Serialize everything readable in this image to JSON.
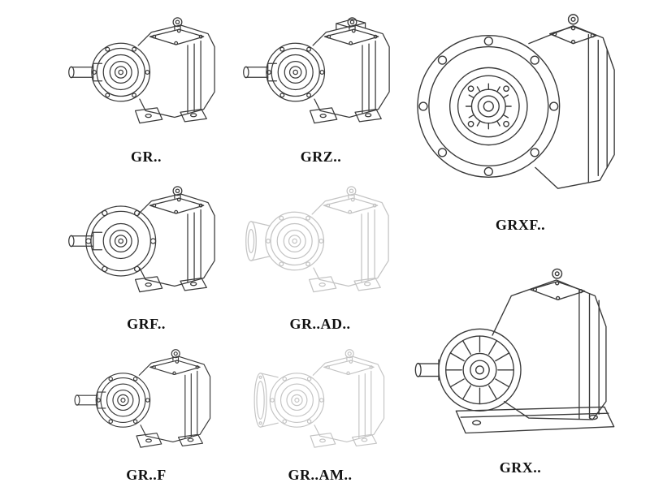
{
  "page": {
    "background_color": "#ffffff",
    "line_color": "#3a3a3a",
    "phantom_line_color": "#c4c4c4",
    "label_color": "#111111"
  },
  "products": [
    {
      "id": "gr",
      "label": "GR..",
      "drawing": "foot-mounted-helical-gear-unit",
      "line_style": "solid"
    },
    {
      "id": "grz",
      "label": "GRZ..",
      "drawing": "foot-mounted-helical-gear-unit-tall-top",
      "line_style": "solid"
    },
    {
      "id": "grxf",
      "label": "GRXF..",
      "drawing": "large-flange-mounted-gear-unit",
      "line_style": "solid"
    },
    {
      "id": "grf",
      "label": "GRF..",
      "drawing": "flange-foot-helical-gear-unit",
      "line_style": "solid"
    },
    {
      "id": "grad",
      "label": "GR..AD..",
      "drawing": "gear-unit-with-input-adapter",
      "line_style": "phantom"
    },
    {
      "id": "grf2",
      "label": "GR..F",
      "drawing": "foot-mounted-helical-gear-unit",
      "line_style": "solid"
    },
    {
      "id": "gram",
      "label": "GR..AM..",
      "drawing": "gear-unit-with-motor-adapter-flange",
      "line_style": "phantom"
    },
    {
      "id": "grx",
      "label": "GRX..",
      "drawing": "large-foot-mounted-gear-unit",
      "line_style": "solid"
    }
  ]
}
